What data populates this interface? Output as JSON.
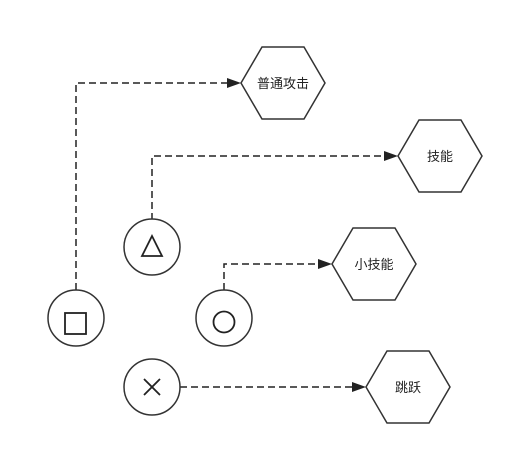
{
  "colors": {
    "stroke": "#333333",
    "line": "#222222",
    "background": "#ffffff"
  },
  "actions": [
    {
      "id": "attack",
      "label": "普通攻击"
    },
    {
      "id": "skill",
      "label": "技能"
    },
    {
      "id": "small-skill",
      "label": "小技能"
    },
    {
      "id": "jump",
      "label": "跳跃"
    }
  ],
  "buttons": [
    {
      "id": "square",
      "icon": "square-icon",
      "maps_to": "attack"
    },
    {
      "id": "triangle",
      "icon": "triangle-icon",
      "maps_to": "skill"
    },
    {
      "id": "circle",
      "icon": "circle-icon",
      "maps_to": "small-skill"
    },
    {
      "id": "cross",
      "icon": "cross-icon",
      "maps_to": "jump"
    }
  ]
}
